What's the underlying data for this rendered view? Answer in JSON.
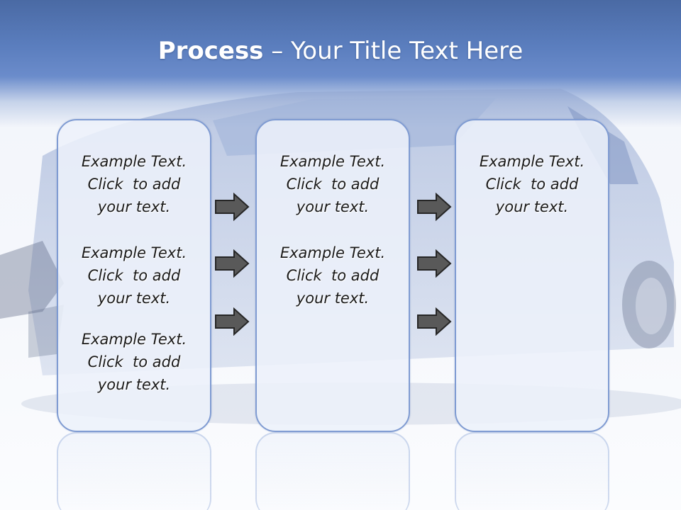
{
  "title": {
    "bold": "Process",
    "rest": " – Your Title Text Here"
  },
  "panels": [
    {
      "blocks": [
        {
          "line1": "Example Text.",
          "line2": "Click  to add",
          "line3": "your text."
        },
        {
          "line1": "Example Text.",
          "line2": "Click  to add",
          "line3": "your text."
        },
        {
          "line1": "Example Text.",
          "line2": "Click  to add",
          "line3": "your text."
        }
      ]
    },
    {
      "blocks": [
        {
          "line1": "Example Text.",
          "line2": "Click  to add",
          "line3": "your text."
        },
        {
          "line1": "Example Text.",
          "line2": "Click  to add",
          "line3": "your text."
        }
      ]
    },
    {
      "blocks": [
        {
          "line1": "Example Text.",
          "line2": "Click  to add",
          "line3": "your text."
        }
      ]
    }
  ],
  "icons": {
    "arrow": "right-arrow-icon",
    "background": "car-photo"
  },
  "colors": {
    "header": "#5a7dbd",
    "panel_border": "#7f9bd2",
    "arrow_fill": "#595959"
  }
}
